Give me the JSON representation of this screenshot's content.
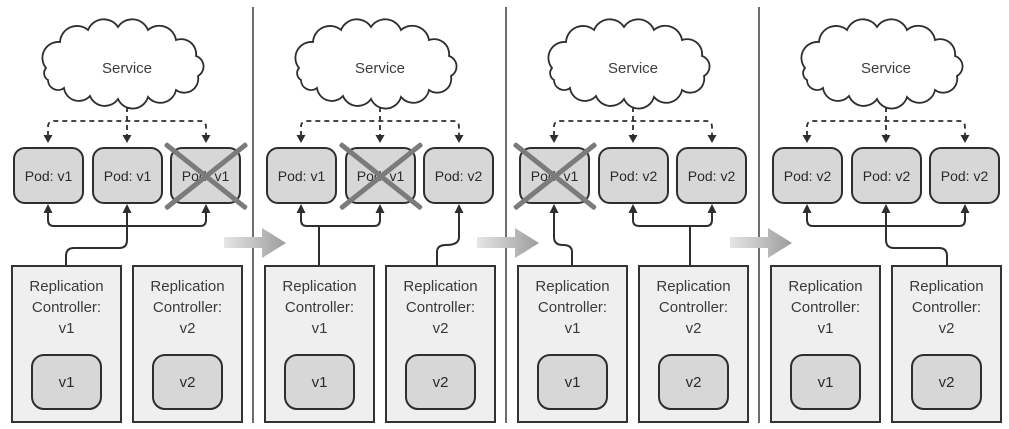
{
  "colors": {
    "background": "#ffffff",
    "pod_fill": "#d7d7d7",
    "controller_fill": "#efefef",
    "line": "#2e2e2e",
    "cross_mark": "#7b7b7b",
    "panel_divider": "#6e6e6e",
    "transition_arrow_start": "#e6e6e6",
    "transition_arrow_end": "#9c9c9c",
    "text": "#3a3a3a"
  },
  "panels": [
    {
      "service_label": "Service",
      "pods": [
        {
          "label": "Pod: v1",
          "crossed_out": false
        },
        {
          "label": "Pod: v1",
          "crossed_out": false
        },
        {
          "label": "Pod: v1",
          "crossed_out": true
        }
      ],
      "controllers": [
        {
          "label": "Replication\nController:\nv1",
          "template_label": "v1"
        },
        {
          "label": "Replication\nController:\nv2",
          "template_label": "v2"
        }
      ]
    },
    {
      "service_label": "Service",
      "pods": [
        {
          "label": "Pod: v1",
          "crossed_out": false
        },
        {
          "label": "Pod: v1",
          "crossed_out": true
        },
        {
          "label": "Pod: v2",
          "crossed_out": false
        }
      ],
      "controllers": [
        {
          "label": "Replication\nController:\nv1",
          "template_label": "v1"
        },
        {
          "label": "Replication\nController:\nv2",
          "template_label": "v2"
        }
      ]
    },
    {
      "service_label": "Service",
      "pods": [
        {
          "label": "Pod: v1",
          "crossed_out": true
        },
        {
          "label": "Pod: v2",
          "crossed_out": false
        },
        {
          "label": "Pod: v2",
          "crossed_out": false
        }
      ],
      "controllers": [
        {
          "label": "Replication\nController:\nv1",
          "template_label": "v1"
        },
        {
          "label": "Replication\nController:\nv2",
          "template_label": "v2"
        }
      ]
    },
    {
      "service_label": "Service",
      "pods": [
        {
          "label": "Pod: v2",
          "crossed_out": false
        },
        {
          "label": "Pod: v2",
          "crossed_out": false
        },
        {
          "label": "Pod: v2",
          "crossed_out": false
        }
      ],
      "controllers": [
        {
          "label": "Replication\nController:\nv1",
          "template_label": "v1"
        },
        {
          "label": "Replication\nController:\nv2",
          "template_label": "v2"
        }
      ]
    }
  ],
  "transitions": [
    {
      "from_panel": 1,
      "to_panel": 2,
      "direction": "right"
    },
    {
      "from_panel": 2,
      "to_panel": 3,
      "direction": "right"
    },
    {
      "from_panel": 3,
      "to_panel": 4,
      "direction": "right"
    }
  ]
}
